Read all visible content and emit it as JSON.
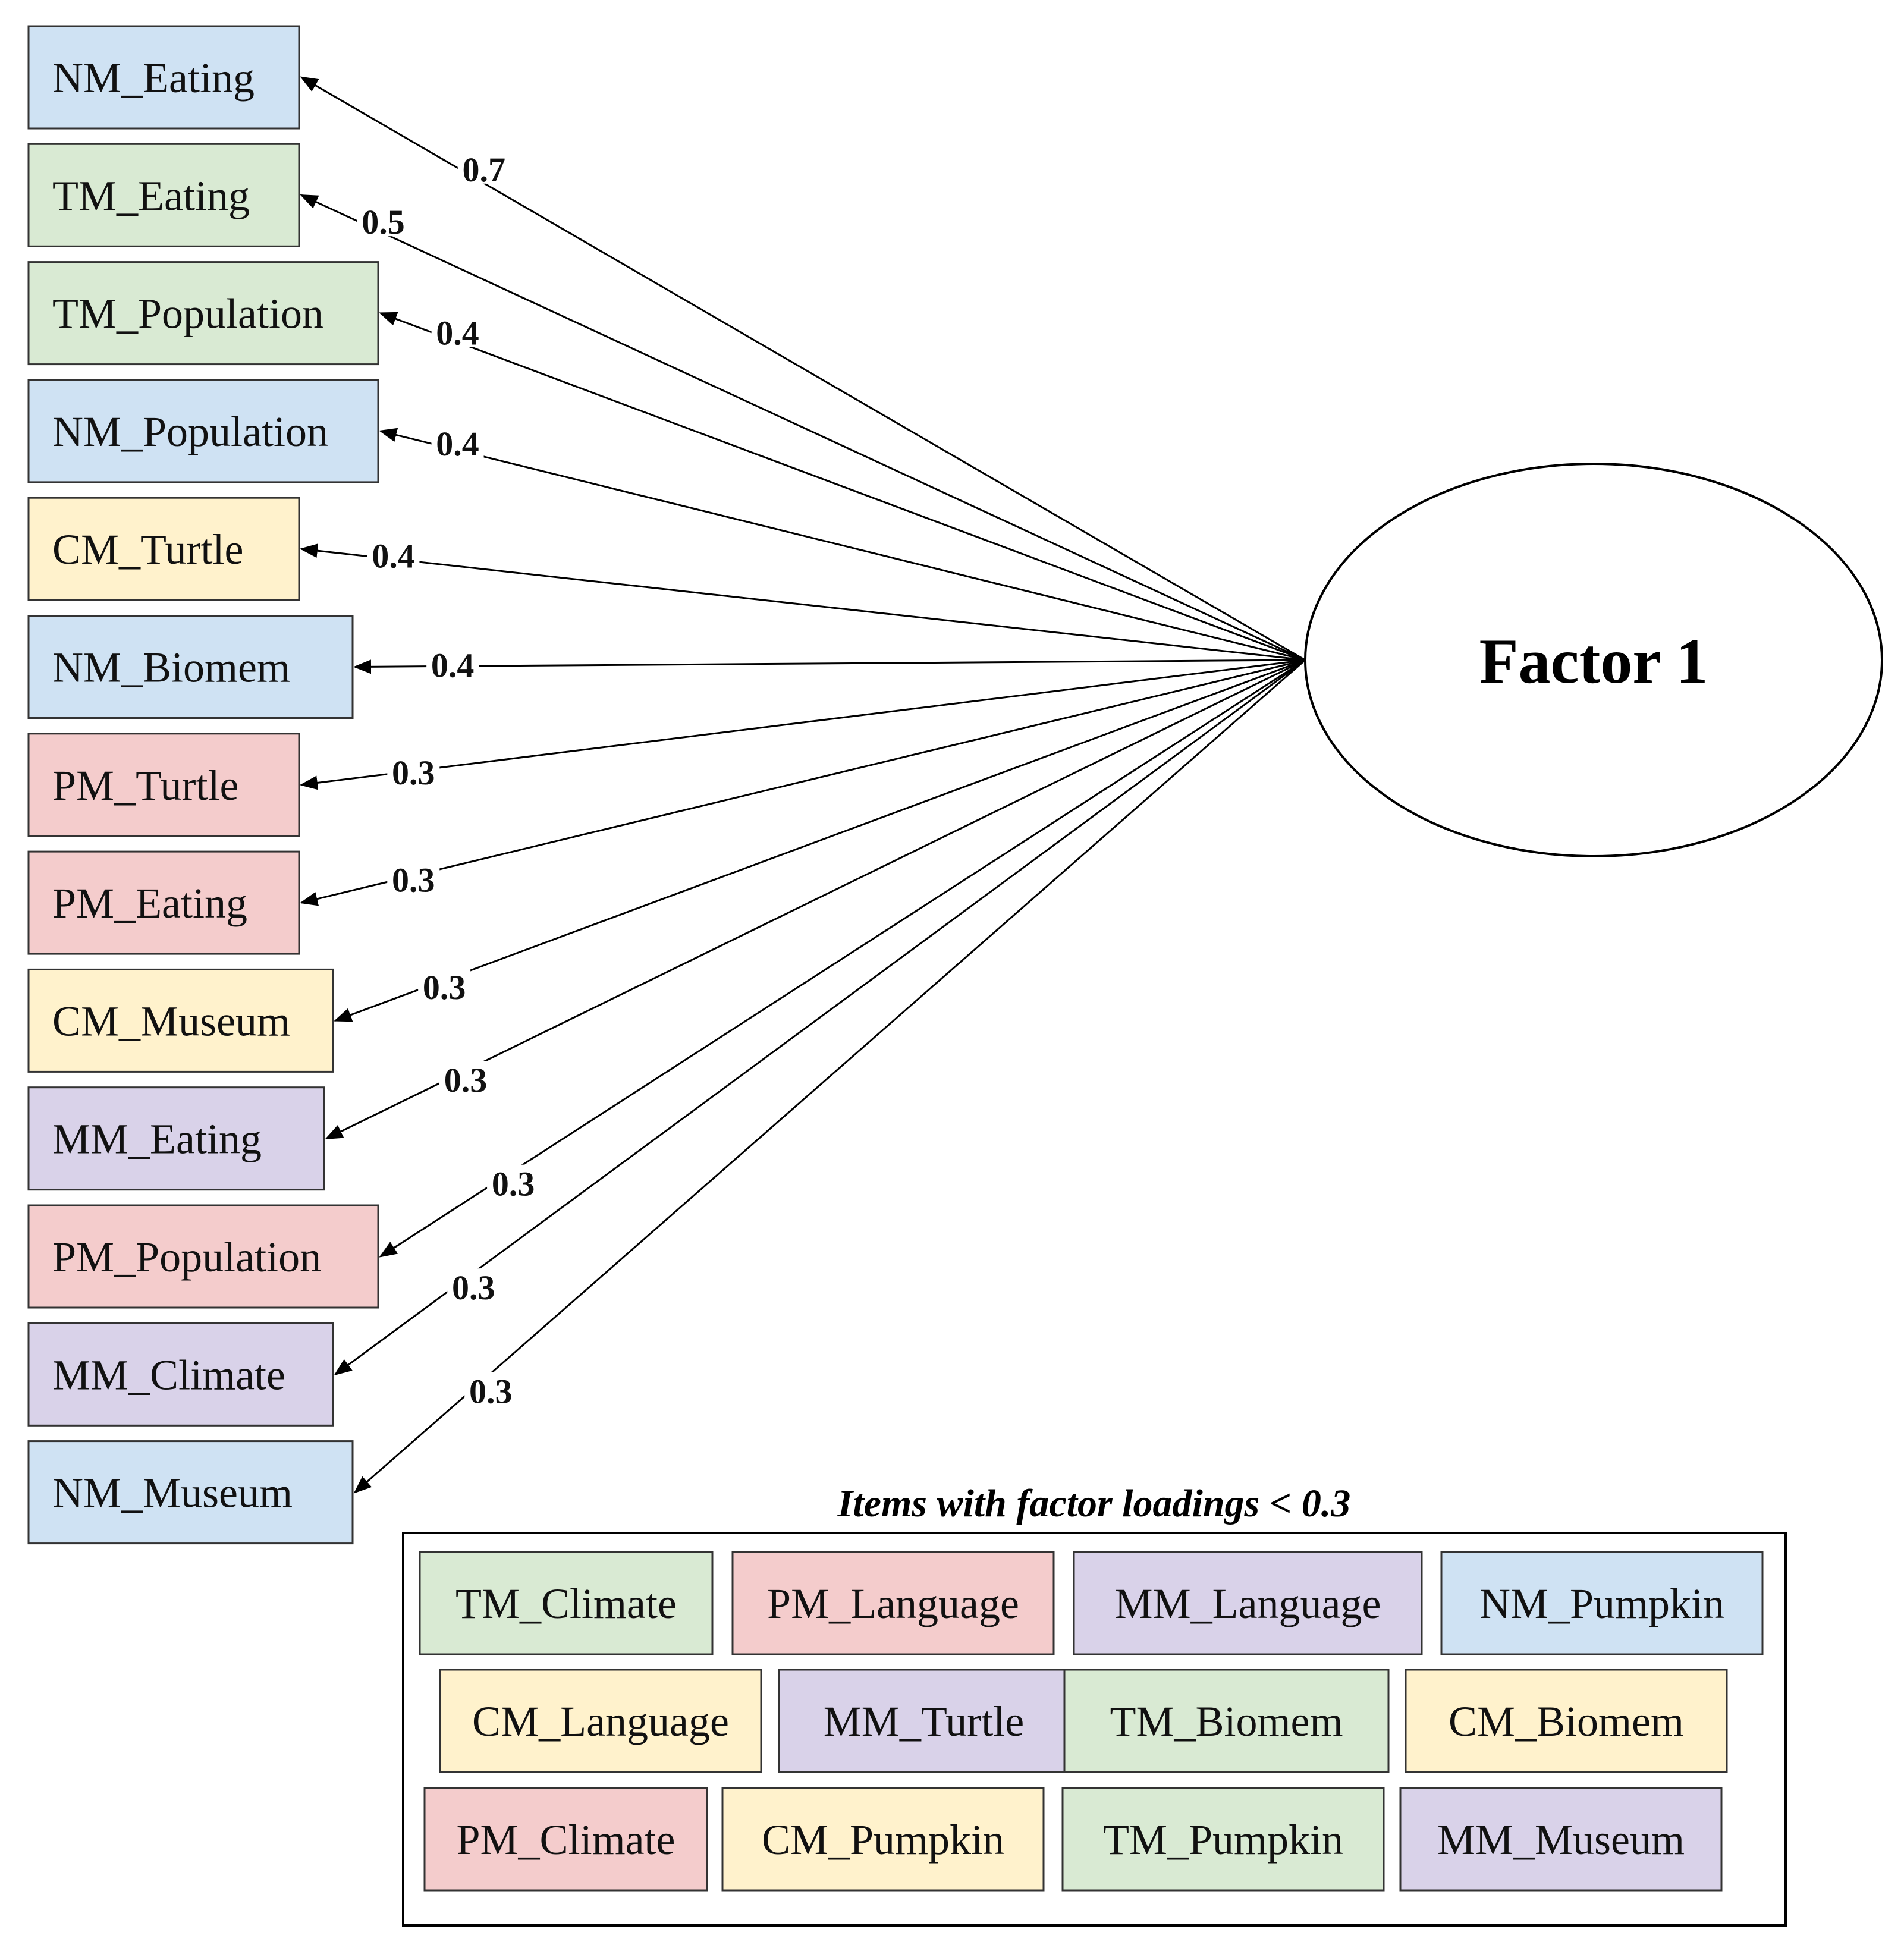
{
  "factor": {
    "label": "Factor 1"
  },
  "colors": {
    "NM": "#cfe2f3",
    "TM": "#d9ead3",
    "CM": "#fff2cc",
    "PM": "#f4cccc",
    "MM": "#d9d2e9",
    "stroke": "#333333"
  },
  "items": [
    {
      "label": "NM_Eating",
      "group": "NM",
      "loading": "0.7"
    },
    {
      "label": "TM_Eating",
      "group": "TM",
      "loading": "0.5"
    },
    {
      "label": "TM_Population",
      "group": "TM",
      "loading": "0.4"
    },
    {
      "label": "NM_Population",
      "group": "NM",
      "loading": "0.4"
    },
    {
      "label": "CM_Turtle",
      "group": "CM",
      "loading": "0.4"
    },
    {
      "label": "NM_Biomem",
      "group": "NM",
      "loading": "0.4"
    },
    {
      "label": "PM_Turtle",
      "group": "PM",
      "loading": "0.3"
    },
    {
      "label": "PM_Eating",
      "group": "PM",
      "loading": "0.3"
    },
    {
      "label": "CM_Museum",
      "group": "CM",
      "loading": "0.3"
    },
    {
      "label": "MM_Eating",
      "group": "MM",
      "loading": "0.3"
    },
    {
      "label": "PM_Population",
      "group": "PM",
      "loading": "0.3"
    },
    {
      "label": "MM_Climate",
      "group": "MM",
      "loading": "0.3"
    },
    {
      "label": "NM_Museum",
      "group": "NM",
      "loading": "0.3"
    }
  ],
  "low_loadings": {
    "title": "Items with factor loadings < 0.3",
    "rows": [
      [
        {
          "label": "TM_Climate",
          "group": "TM"
        },
        {
          "label": "PM_Language",
          "group": "PM"
        },
        {
          "label": "MM_Language",
          "group": "MM"
        },
        {
          "label": "NM_Pumpkin",
          "group": "NM"
        }
      ],
      [
        {
          "label": "CM_Language",
          "group": "CM"
        },
        {
          "label": "MM_Turtle",
          "group": "MM"
        },
        {
          "label": "TM_Biomem",
          "group": "TM"
        },
        {
          "label": "CM_Biomem",
          "group": "CM"
        }
      ],
      [
        {
          "label": "PM_Climate",
          "group": "PM"
        },
        {
          "label": "CM_Pumpkin",
          "group": "CM"
        },
        {
          "label": "TM_Pumpkin",
          "group": "TM"
        },
        {
          "label": "MM_Museum",
          "group": "MM"
        }
      ]
    ]
  }
}
